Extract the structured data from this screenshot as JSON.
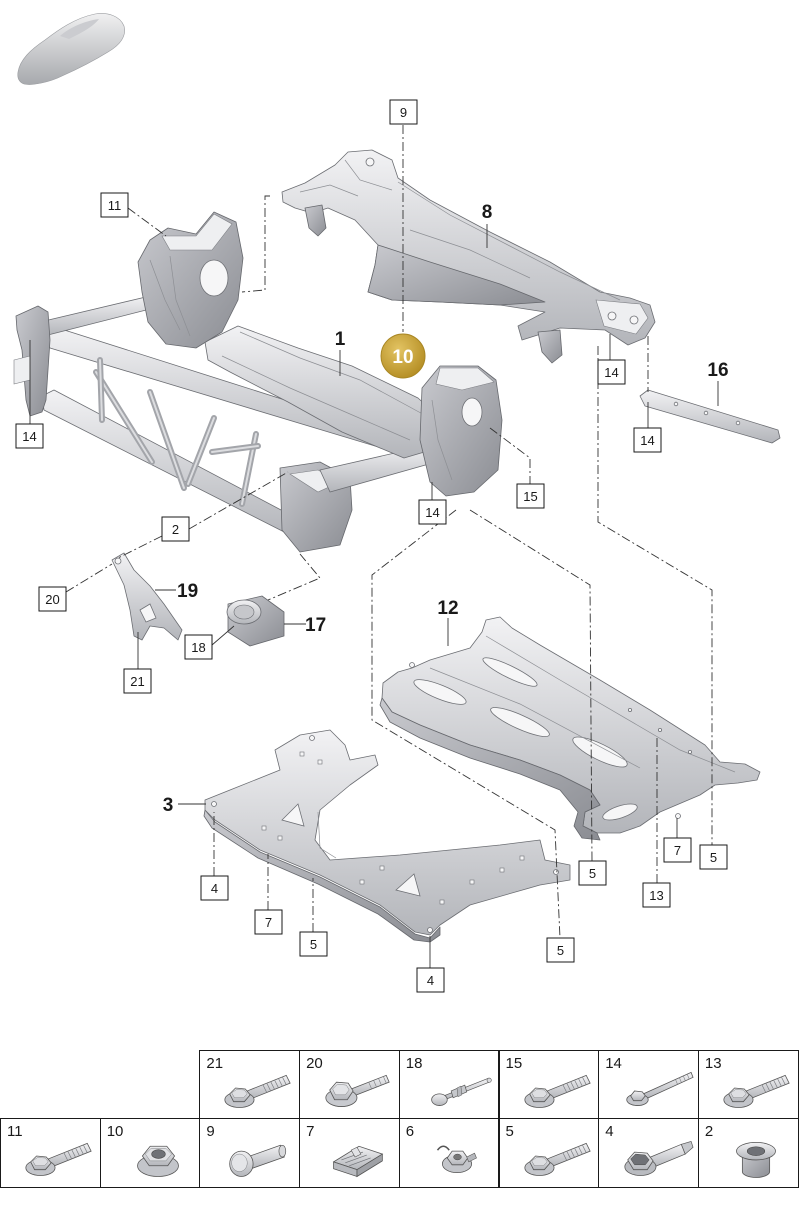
{
  "callouts": {
    "boxed": [
      "9",
      "11",
      "14",
      "14",
      "14",
      "15",
      "14",
      "2",
      "20",
      "18",
      "21",
      "7",
      "5",
      "5",
      "4",
      "13",
      "7",
      "5",
      "5",
      "4"
    ],
    "bold": [
      "8",
      "1",
      "16",
      "19",
      "17",
      "12",
      "3"
    ],
    "highlighted": "10"
  },
  "colors": {
    "highlight": "#c6a13a",
    "metal_light": "#efeff1",
    "metal_dark": "#9a9ca2",
    "line": "#333333"
  },
  "icons": {
    "top_left": "car-icon"
  },
  "parts_table": {
    "row1": [
      {
        "number": "21",
        "icon": "flange-bolt-icon"
      },
      {
        "number": "20",
        "icon": "washer-bolt-icon"
      },
      {
        "number": "18",
        "icon": "push-rivet-icon"
      },
      {
        "number": "15",
        "icon": "flange-bolt-icon"
      },
      {
        "number": "14",
        "icon": "long-bolt-icon"
      },
      {
        "number": "13",
        "icon": "flange-bolt-icon"
      }
    ],
    "row2": [
      {
        "number": "11",
        "icon": "bolt-icon"
      },
      {
        "number": "10",
        "icon": "flange-nut-icon"
      },
      {
        "number": "9",
        "icon": "shoulder-bolt-icon"
      },
      {
        "number": "7",
        "icon": "clip-nut-icon"
      },
      {
        "number": "6",
        "icon": "washer-nut-icon"
      },
      {
        "number": "5",
        "icon": "flange-bolt-icon"
      },
      {
        "number": "4",
        "icon": "hex-flange-bolt-icon"
      },
      {
        "number": "2",
        "icon": "sleeve-icon"
      }
    ]
  }
}
